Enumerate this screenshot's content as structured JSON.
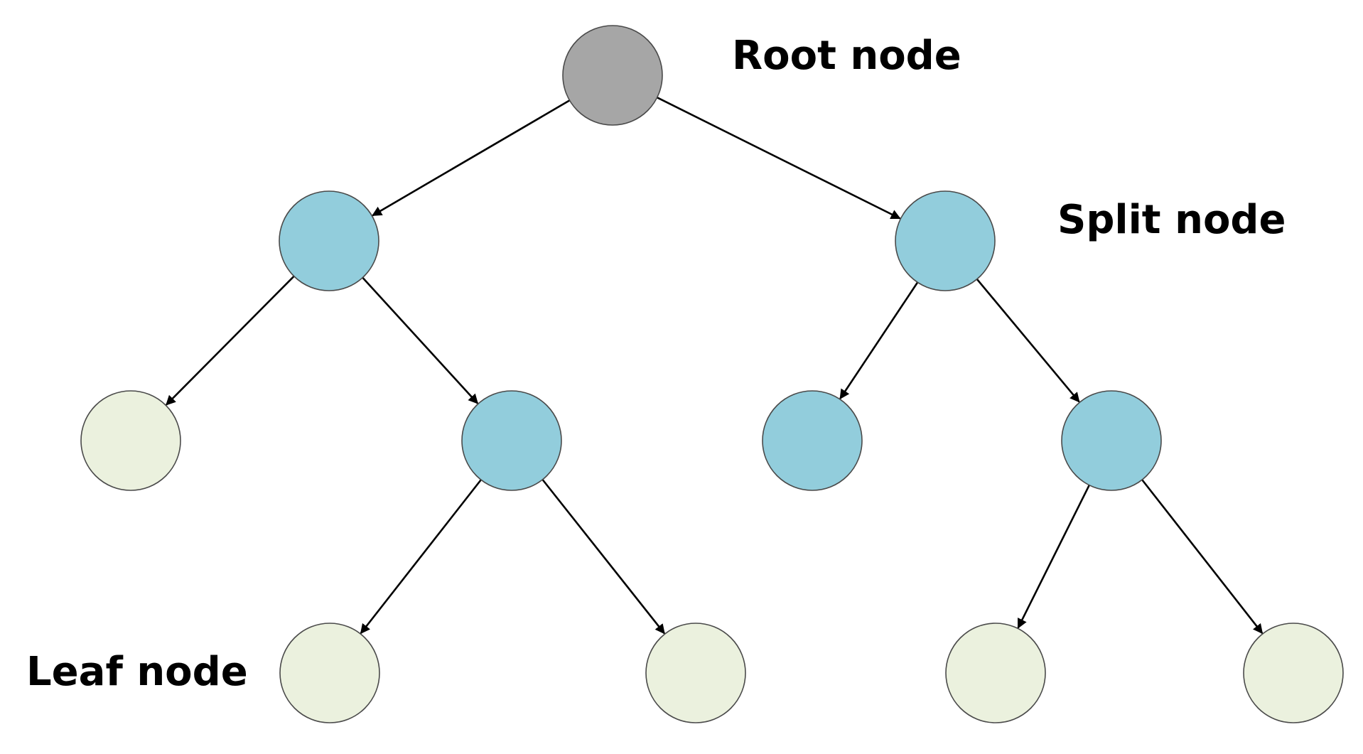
{
  "labels": {
    "root": "Root node",
    "split": "Split node",
    "leaf": "Leaf node"
  },
  "colors": {
    "root": "#a6a6a6",
    "split": "#92cddc",
    "leaf": "#ebf1de",
    "stroke": "#4a4a4a",
    "edge": "#000000"
  },
  "nodes": [
    {
      "id": "root",
      "kind": "root"
    },
    {
      "id": "split-left",
      "kind": "split"
    },
    {
      "id": "split-right",
      "kind": "split"
    },
    {
      "id": "leaf-far-left",
      "kind": "leaf"
    },
    {
      "id": "split-left-inner",
      "kind": "split"
    },
    {
      "id": "split-right-inner-left",
      "kind": "split"
    },
    {
      "id": "split-right-inner-right",
      "kind": "split"
    },
    {
      "id": "leaf-1",
      "kind": "leaf"
    },
    {
      "id": "leaf-2",
      "kind": "leaf"
    },
    {
      "id": "leaf-3",
      "kind": "leaf"
    },
    {
      "id": "leaf-4",
      "kind": "leaf"
    }
  ],
  "edges": [
    {
      "from": "root",
      "to": "split-left"
    },
    {
      "from": "root",
      "to": "split-right"
    },
    {
      "from": "split-left",
      "to": "leaf-far-left"
    },
    {
      "from": "split-left",
      "to": "split-left-inner"
    },
    {
      "from": "split-right",
      "to": "split-right-inner-left"
    },
    {
      "from": "split-right",
      "to": "split-right-inner-right"
    },
    {
      "from": "split-left-inner",
      "to": "leaf-1"
    },
    {
      "from": "split-left-inner",
      "to": "leaf-2"
    },
    {
      "from": "split-right-inner-right",
      "to": "leaf-3"
    },
    {
      "from": "split-right-inner-right",
      "to": "leaf-4"
    }
  ]
}
